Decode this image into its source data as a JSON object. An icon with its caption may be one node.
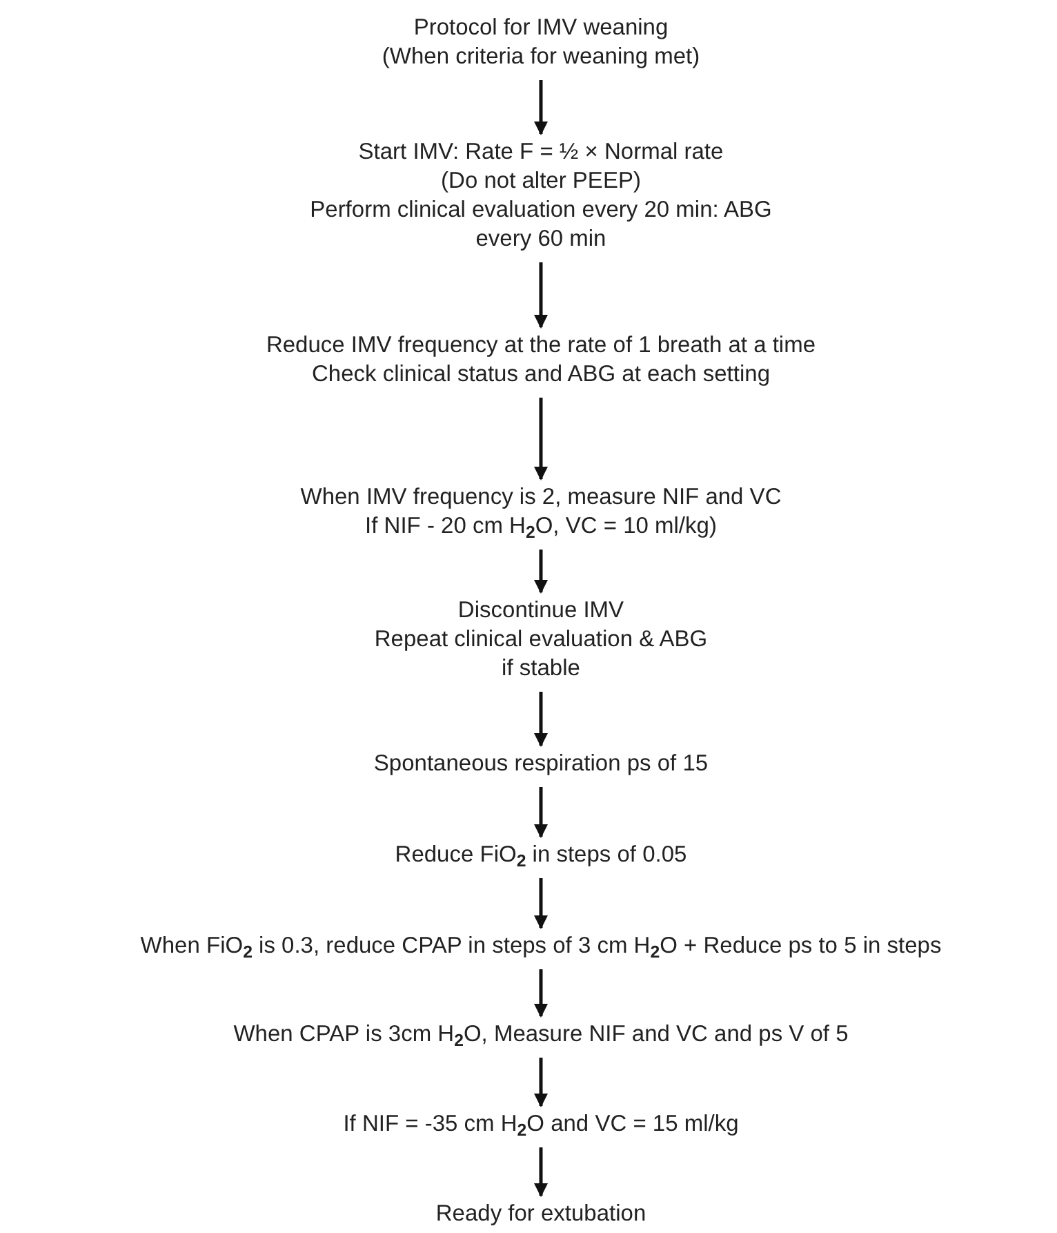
{
  "diagram": {
    "nodes": [
      {
        "text": [
          "Protocol for IMV weaning",
          "(When criteria for weaning met)"
        ]
      },
      {
        "text": [
          "Start IMV: Rate F = ½ × Normal rate",
          "(Do not alter PEEP)",
          "Perform clinical evaluation every 20 min: ABG",
          "every 60 min"
        ]
      },
      {
        "text": [
          "Reduce IMV frequency at the rate of 1 breath at a time",
          "Check clinical status and ABG at each setting"
        ]
      },
      {
        "text": [
          "When IMV frequency is 2, measure NIF and VC",
          "If NIF - 20 cm H$_{2}$O, VC = 10 ml/kg)"
        ]
      },
      {
        "text": [
          "Discontinue IMV",
          "Repeat clinical evaluation & ABG",
          "if stable"
        ]
      },
      {
        "text": [
          "Spontaneous respiration ps of 15"
        ]
      },
      {
        "text": [
          "Reduce FiO$_{2}$ in steps of 0.05"
        ]
      },
      {
        "text": [
          "When FiO$_{2}$ is 0.3, reduce CPAP in steps of 3 cm H$_{2}$O + Reduce ps to 5 in steps"
        ]
      },
      {
        "text": [
          "When CPAP is 3cm H$_{2}$O, Measure NIF and VC and ps V of 5"
        ]
      },
      {
        "text": [
          "If NIF = -35 cm H$_{2}$O and VC = 15 ml/kg"
        ]
      },
      {
        "text": [
          "Ready for extubation"
        ]
      }
    ],
    "edges": [
      {
        "from": 0,
        "to": 1,
        "arrow": "to"
      },
      {
        "from": 1,
        "to": 2,
        "arrow": "to"
      },
      {
        "from": 2,
        "to": 3,
        "arrow": "to"
      },
      {
        "from": 3,
        "to": 4,
        "arrow": "to"
      },
      {
        "from": 4,
        "to": 5,
        "arrow": "to"
      },
      {
        "from": 5,
        "to": 6,
        "arrow": "to"
      },
      {
        "from": 6,
        "to": 7,
        "arrow": "to"
      },
      {
        "from": 7,
        "to": 8,
        "arrow": "to"
      },
      {
        "from": 8,
        "to": 9,
        "arrow": "to"
      },
      {
        "from": 9,
        "to": 10,
        "arrow": "to"
      }
    ]
  }
}
